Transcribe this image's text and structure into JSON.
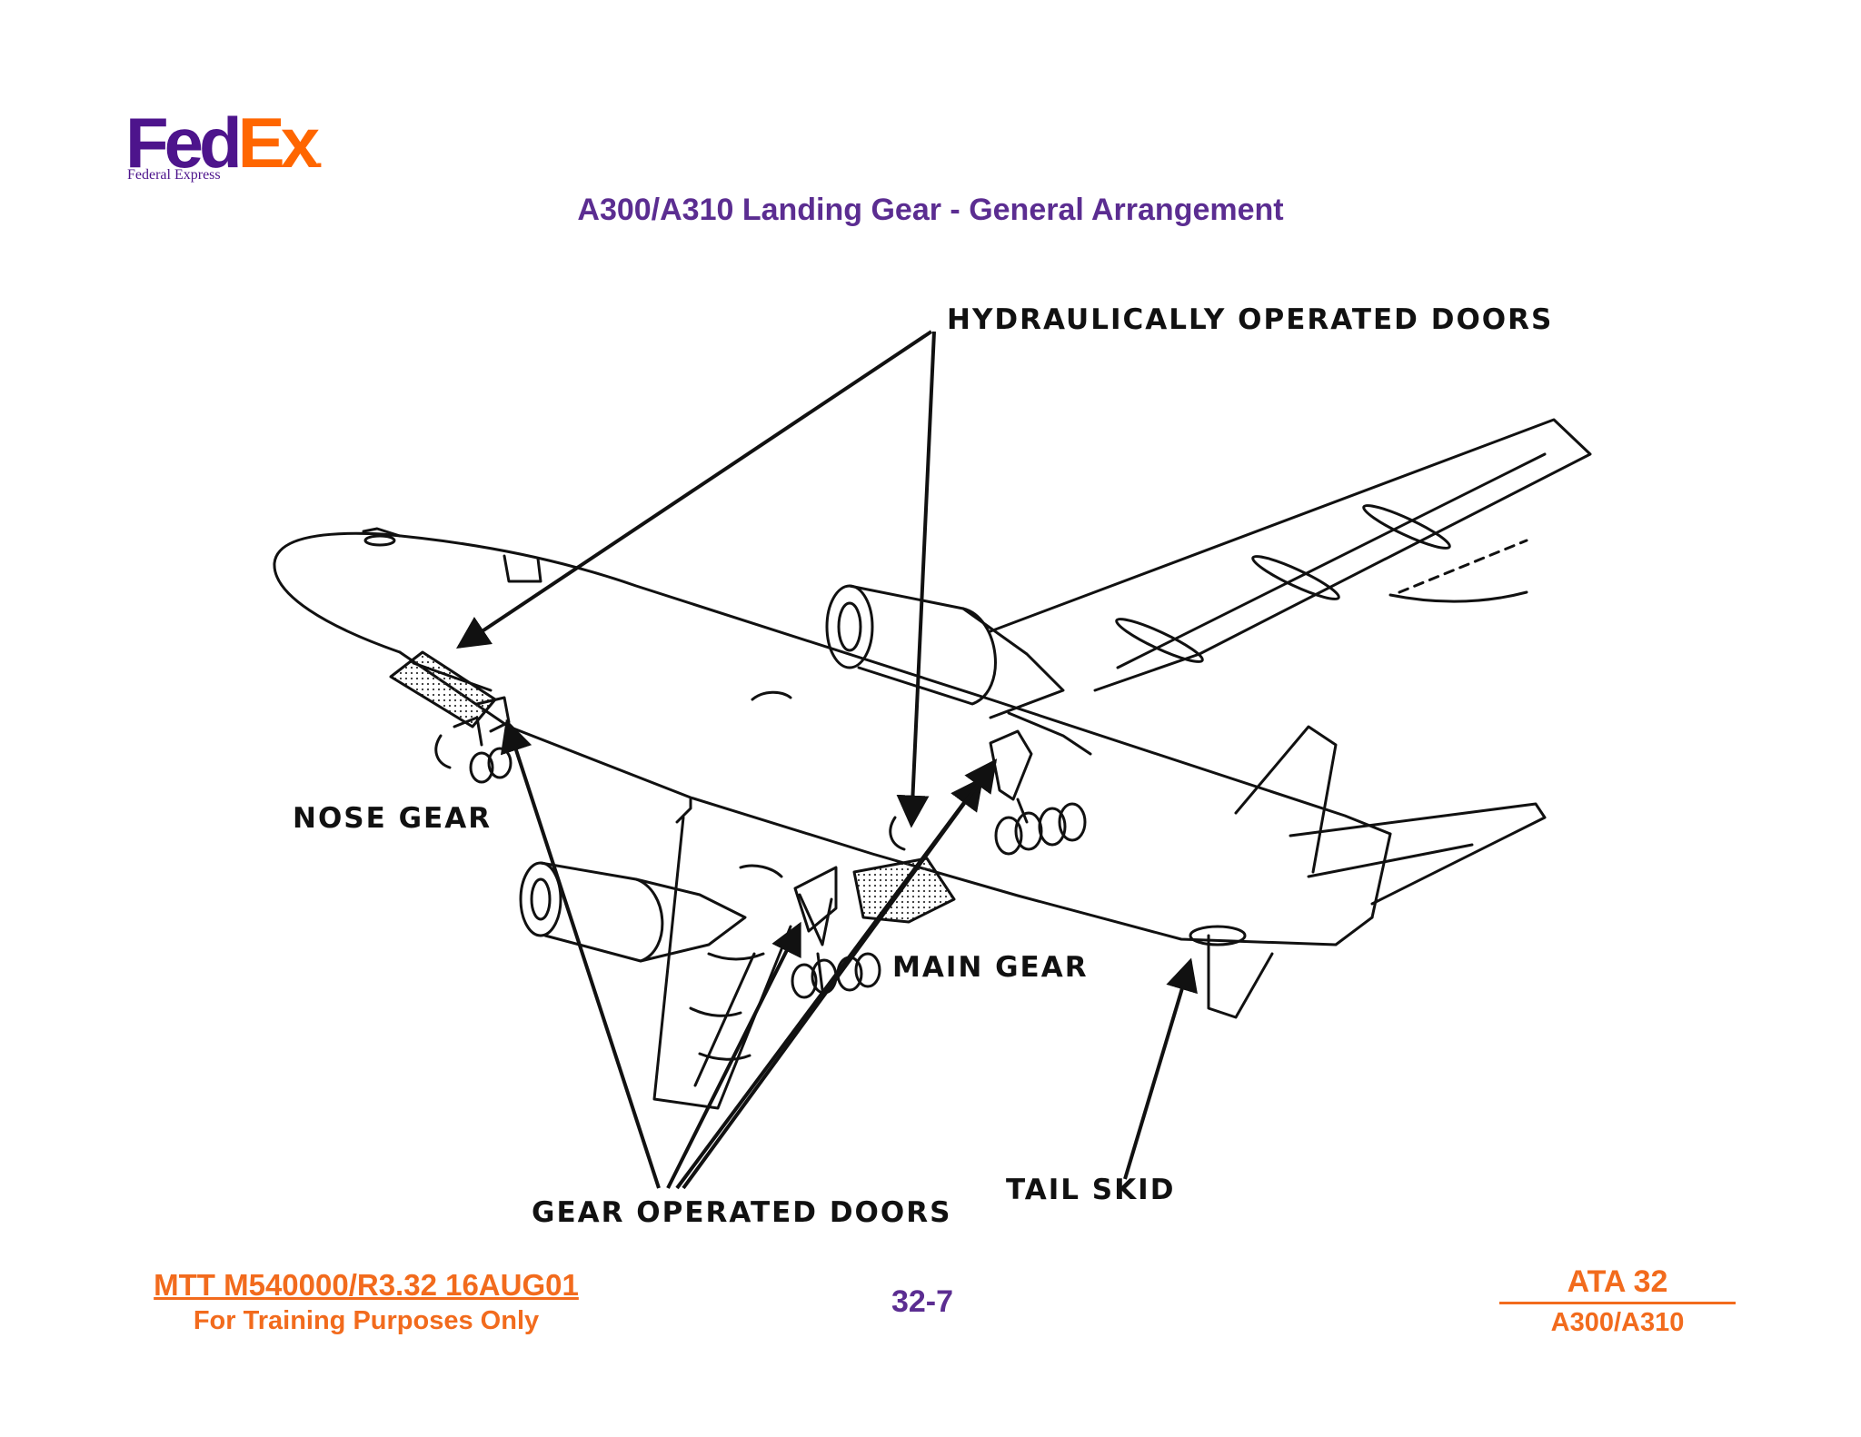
{
  "logo": {
    "fed": "Fed",
    "ex": "Ex",
    "dot": ".",
    "subtitle": "Federal Express"
  },
  "title": "A300/A310 Landing Gear - General Arrangement",
  "diagram": {
    "labels": {
      "hydraulic_doors": "HYDRAULICALLY OPERATED DOORS",
      "nose_gear": "NOSE GEAR",
      "main_gear": "MAIN GEAR",
      "tail_skid": "TAIL SKID",
      "gear_doors": "GEAR OPERATED DOORS"
    }
  },
  "footer": {
    "doc_ref": "MTT M540000/R3.32 16AUG01",
    "training": "For Training Purposes Only",
    "page": "32-7",
    "ata": "ATA 32",
    "model": "A300/A310"
  },
  "colors": {
    "purple": "#5b2d91",
    "orange": "#f26b1d"
  }
}
